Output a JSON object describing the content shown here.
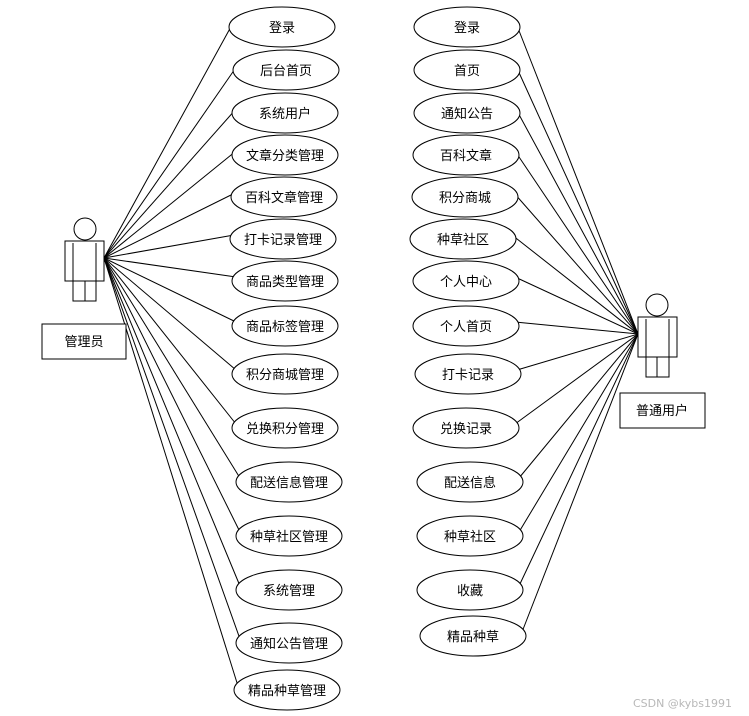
{
  "admin": {
    "label": "管理员",
    "use_cases": [
      "登录",
      "后台首页",
      "系统用户",
      "文章分类管理",
      "百科文章管理",
      "打卡记录管理",
      "商品类型管理",
      "商品标签管理",
      "积分商城管理",
      "兑换积分管理",
      "配送信息管理",
      "种草社区管理",
      "系统管理",
      "通知公告管理",
      "精品种草管理"
    ]
  },
  "user": {
    "label": "普通用户",
    "use_cases": [
      "登录",
      "首页",
      "通知公告",
      "百科文章",
      "积分商城",
      "种草社区",
      "个人中心",
      "个人首页",
      "打卡记录",
      "兑换记录",
      "配送信息",
      "种草社区",
      "收藏",
      "精品种草"
    ]
  },
  "watermark": "CSDN @kybs1991"
}
